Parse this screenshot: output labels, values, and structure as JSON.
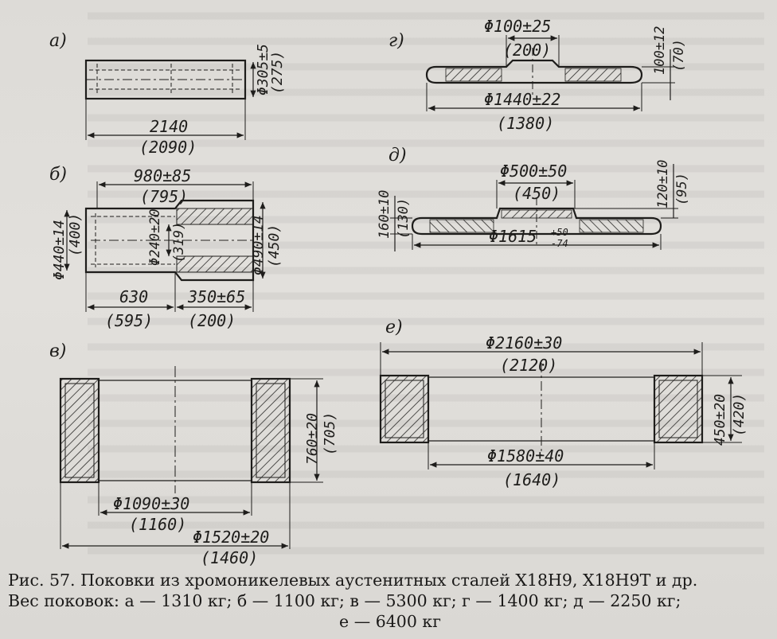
{
  "figure": {
    "parts": {
      "a": {
        "label": "а)",
        "diameter": "Φ305±5",
        "diameter_ref": "(275)",
        "length": "2140",
        "length_ref": "(2090)"
      },
      "b": {
        "label": "б)",
        "top": "980±85",
        "top_ref": "(795)",
        "left_diam": "Φ440±14",
        "left_diam_ref": "(400)",
        "bore": "Φ240±20",
        "bore_ref": "(319)",
        "right_diam": "Φ490±14",
        "right_diam_ref": "(450)",
        "len1": "630",
        "len1_ref": "(595)",
        "len2": "350±65",
        "len2_ref": "(200)"
      },
      "v": {
        "label": "в)",
        "height": "760±20",
        "height_ref": "(705)",
        "inner": "Φ1090±30",
        "inner_ref": "(1160)",
        "outer": "Φ1520±20",
        "outer_ref": "(1460)"
      },
      "g": {
        "label": "г)",
        "hub": "Φ100±25",
        "hub_ref": "(200)",
        "thick": "100±12",
        "thick_ref": "(70)",
        "diam": "Φ1440±22",
        "diam_ref": "(1380)"
      },
      "d": {
        "label": "д)",
        "hub": "Φ500±50",
        "hub_ref": "(450)",
        "hub_h": "120±10",
        "hub_h_ref": "(95)",
        "thick": "160±10",
        "thick_ref": "(130)",
        "diam": "Φ1615",
        "diam_tol_up": "+50",
        "diam_tol_dn": "-74"
      },
      "e": {
        "label": "е)",
        "outer": "Φ2160±30",
        "outer_ref": "(2120)",
        "height": "450±20",
        "height_ref": "(420)",
        "inner": "Φ1580±40",
        "inner_ref": "(1640)"
      }
    }
  },
  "caption": {
    "line1": "Рис. 57. Поковки из хромоникелевых аустенитных сталей Х18Н9, Х18Н9Т и др.",
    "line2": "Вес поковок: а — 1310 кг; б — 1100 кг; в — 5300 кг; г — 1400 кг; д — 2250 кг;",
    "line3": "е — 6400 кг"
  }
}
